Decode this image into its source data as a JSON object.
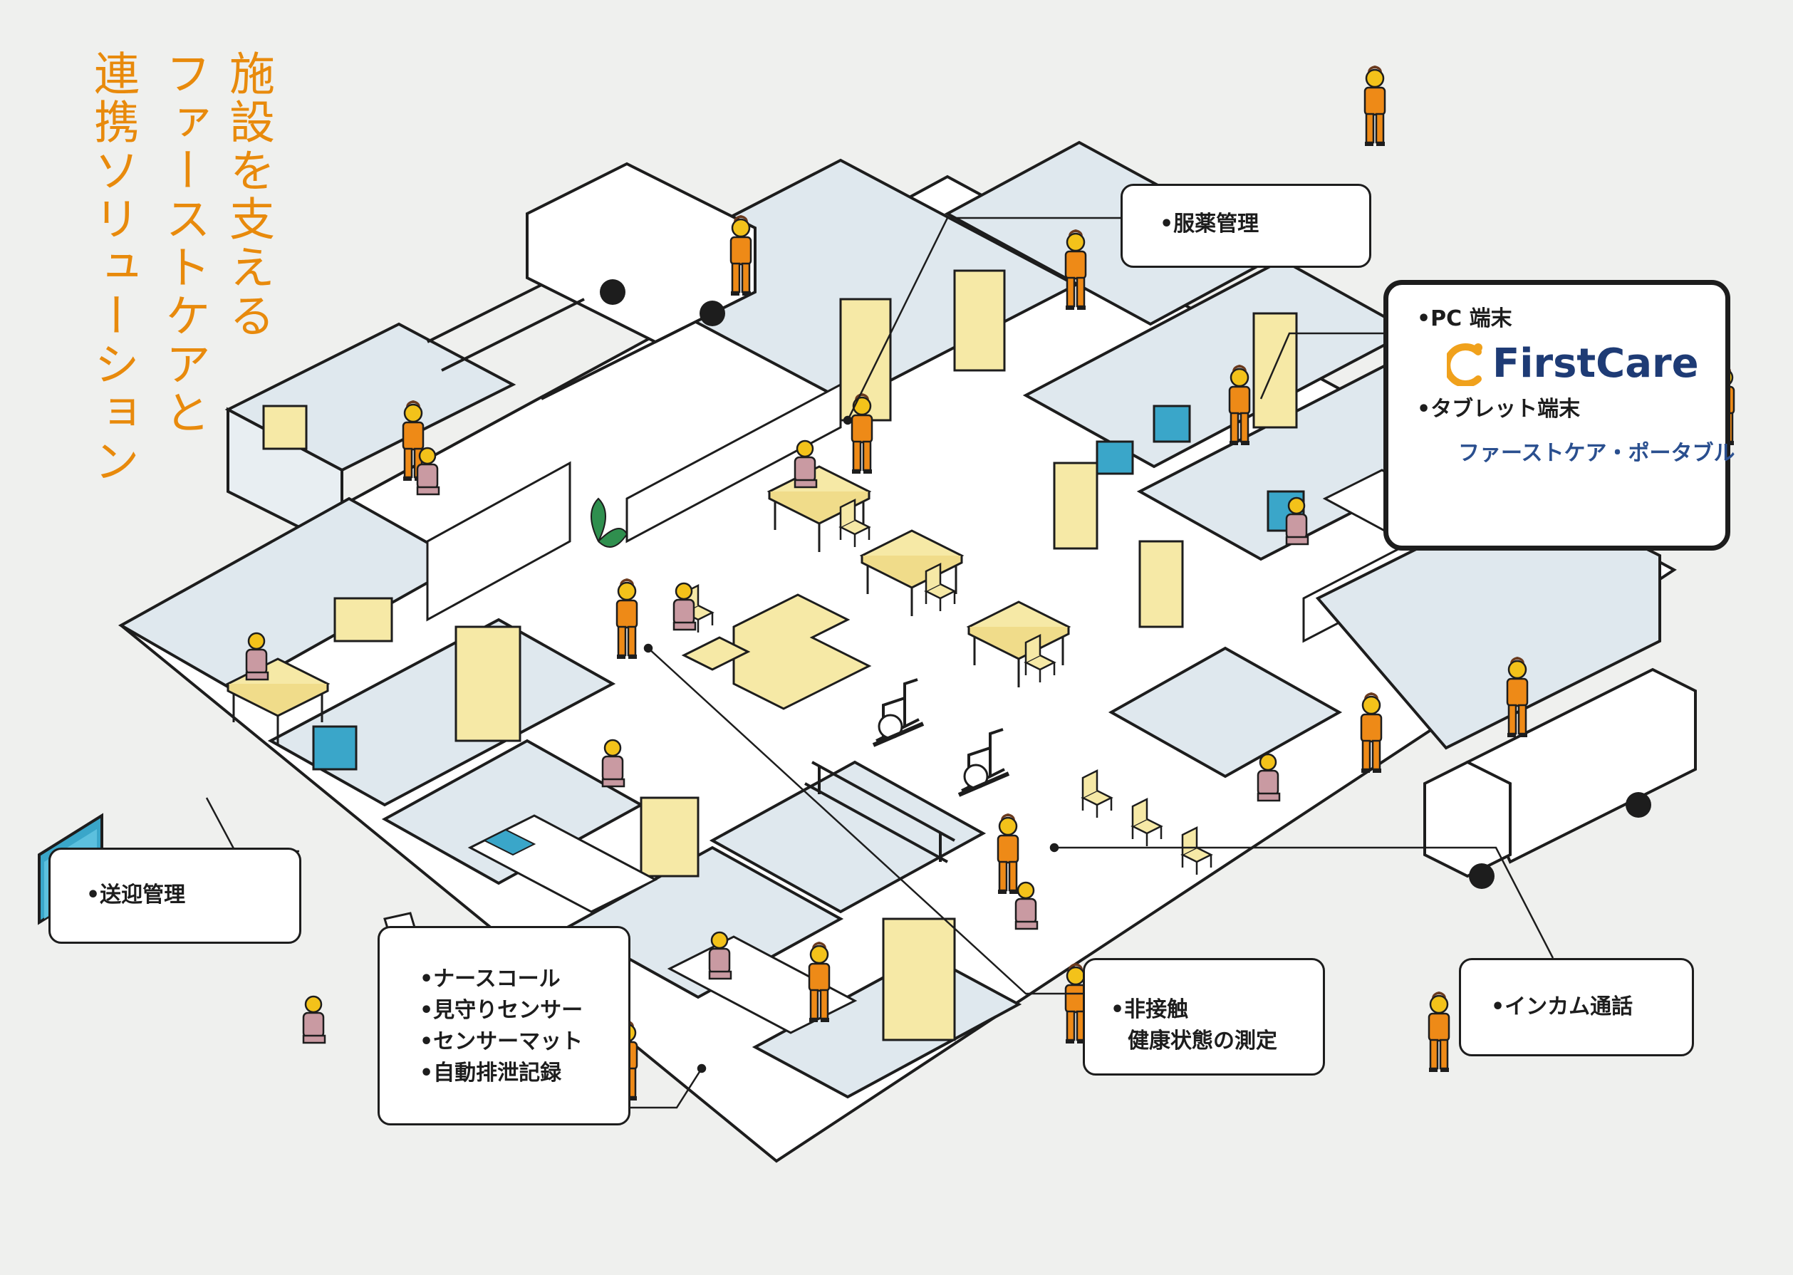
{
  "title": {
    "line1": "施設を支える",
    "line2": "ファーストケアと",
    "line3": "連携ソリューション"
  },
  "callouts": {
    "medication": "•服薬管理",
    "pc_terminal": "•PC 端末",
    "firstcare_logo": "FirstCare",
    "tablet_terminal": "•タブレット端末",
    "portable_logo": "ファーストケア・ポータブル",
    "transport": "•送迎管理",
    "nurse_call": "•ナースコール",
    "watch_sensor": "•見守りセンサー",
    "sensor_mat": "•センサーマット",
    "excretion_record": "•自動排泄記録",
    "health_measure_1": "•非接触",
    "health_measure_2": "健康状態の測定",
    "intercom": "•インカム通話"
  },
  "colors": {
    "background": "#eff0ee",
    "accent_orange": "#e88a0c",
    "wall": "#dfe8ee",
    "furniture": "#f6e9a6",
    "staff_uniform": "#ee8a17",
    "resident": "#c99aa2",
    "line": "#1d1d1d",
    "logo_blue": "#1e3b75"
  },
  "icons": [
    "monitor-icon",
    "firstcare-logo-icon",
    "portable-logo-icon",
    "sensor-camera-icon"
  ]
}
